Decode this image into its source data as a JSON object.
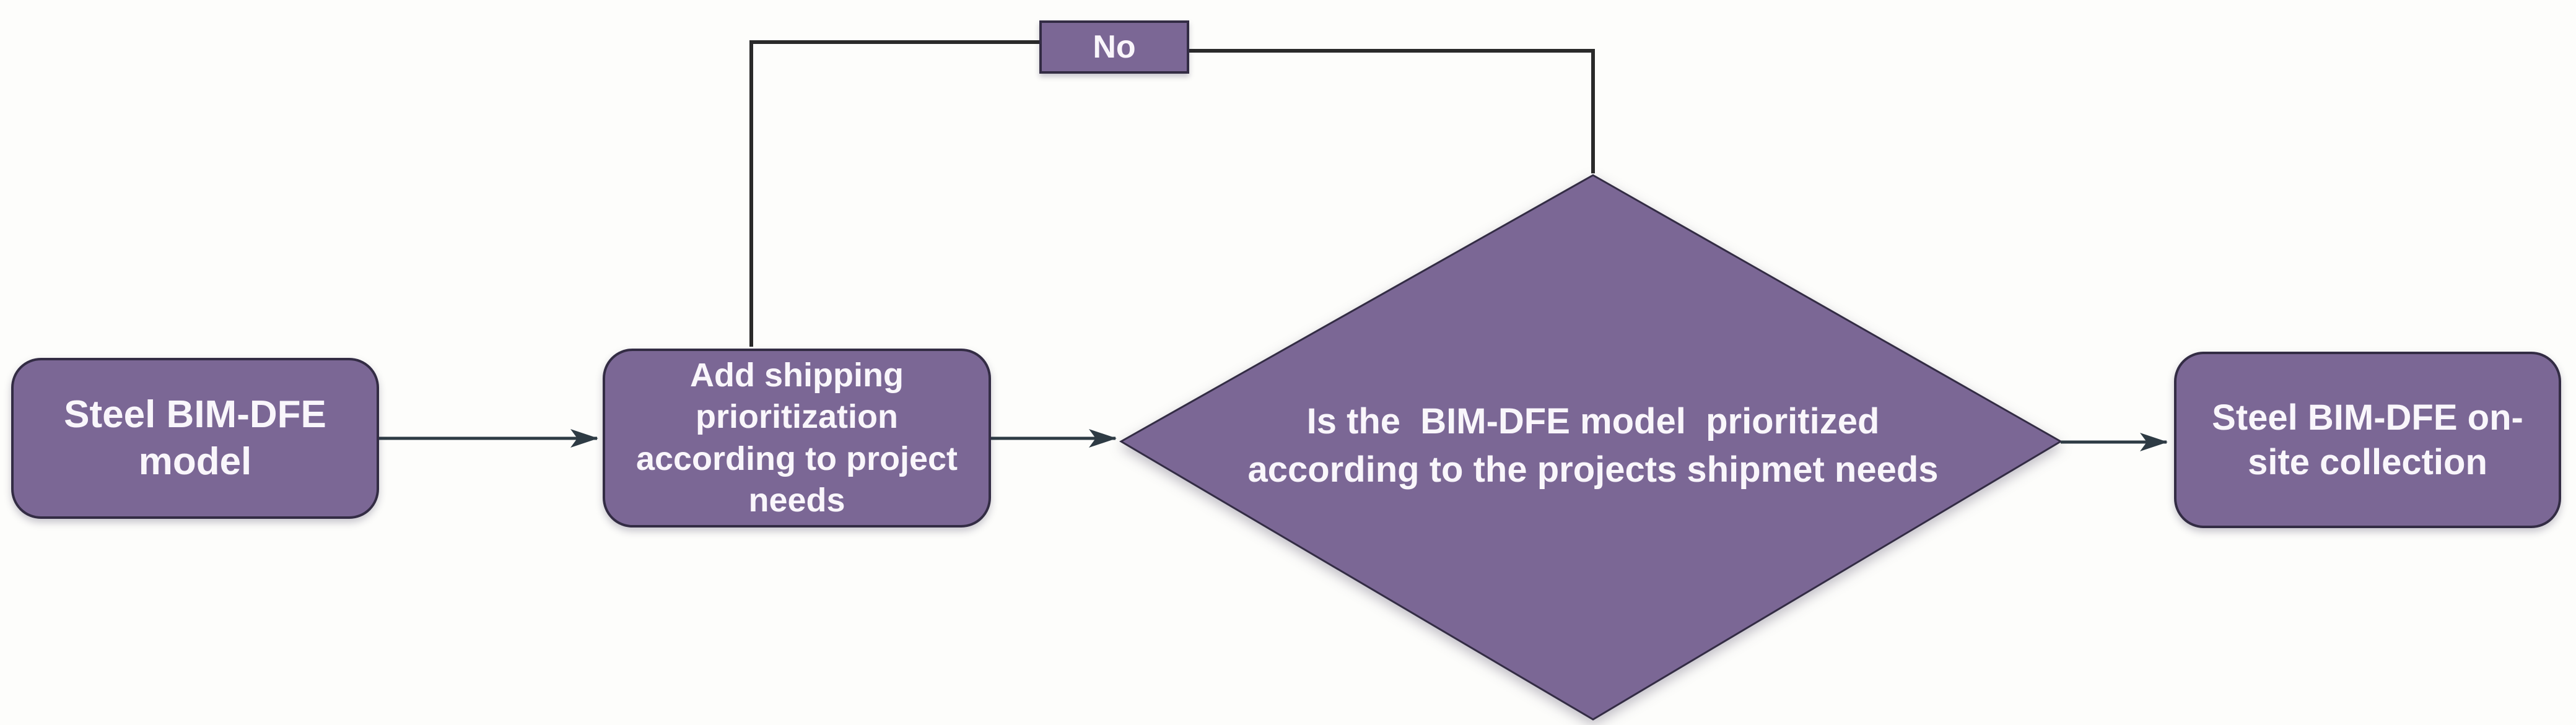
{
  "palette": {
    "node-fill": "#7b6795",
    "node-border": "#332c44",
    "node-text": "#f9f6fb",
    "connector": "#2e3b44",
    "loop-line": "#2a2a2a",
    "background": "#fdfdfb"
  },
  "diagram": {
    "type": "flowchart",
    "nodes": [
      {
        "id": "start",
        "shape": "rounded-rectangle",
        "label": "Steel BIM-DFE model"
      },
      {
        "id": "process",
        "shape": "rounded-rectangle",
        "label": "Add shipping prioritization according to project needs"
      },
      {
        "id": "decision",
        "shape": "diamond",
        "label": "Is the  BIM-DFE model  prioritized according to the projects shipmet needs",
        "label_lines": [
          "Is the  BIM-DFE model  prioritized",
          "according to the projects shipmet needs"
        ]
      },
      {
        "id": "end",
        "shape": "rounded-rectangle",
        "label": "Steel BIM-DFE on-site collection"
      }
    ],
    "edges": [
      {
        "from": "start",
        "to": "process",
        "style": "arrow",
        "label": ""
      },
      {
        "from": "process",
        "to": "decision",
        "style": "arrow",
        "label": ""
      },
      {
        "from": "decision",
        "to": "end",
        "style": "arrow",
        "label": ""
      },
      {
        "from": "decision",
        "to": "process",
        "style": "elbow-loop",
        "label": "No"
      }
    ]
  }
}
